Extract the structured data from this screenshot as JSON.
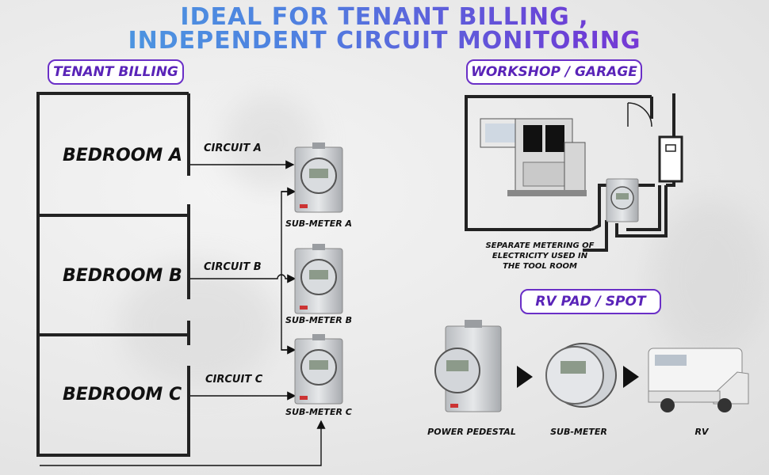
{
  "header": {
    "line1": "IDEAL FOR TENANT BILLING ,",
    "line2": "INDEPENDENT CIRCUIT MONITORING"
  },
  "tenant_section": {
    "label": "TENANT BILLING",
    "rooms": [
      "BEDROOM A",
      "BEDROOM B",
      "BEDROOM C"
    ],
    "circuits": [
      "CIRCUIT A",
      "CIRCUIT B",
      "CIRCUIT C"
    ],
    "meters": [
      "SUB-METER A",
      "SUB-METER B",
      "SUB-METER C"
    ]
  },
  "workshop_section": {
    "label": "WORKSHOP / GARAGE",
    "note_lines": [
      "SEPARATE METERING OF",
      "ELECTRICITY USED IN",
      "THE TOOL ROOM"
    ]
  },
  "rv_section": {
    "label": "RV PAD / SPOT",
    "items": [
      "POWER PEDESTAL",
      "SUB-METER",
      "RV"
    ]
  },
  "icons": [
    "electric-meter-icon",
    "arrow-right-icon",
    "industrial-machine-icon",
    "rv-camper-icon",
    "breaker-panel-icon"
  ]
}
